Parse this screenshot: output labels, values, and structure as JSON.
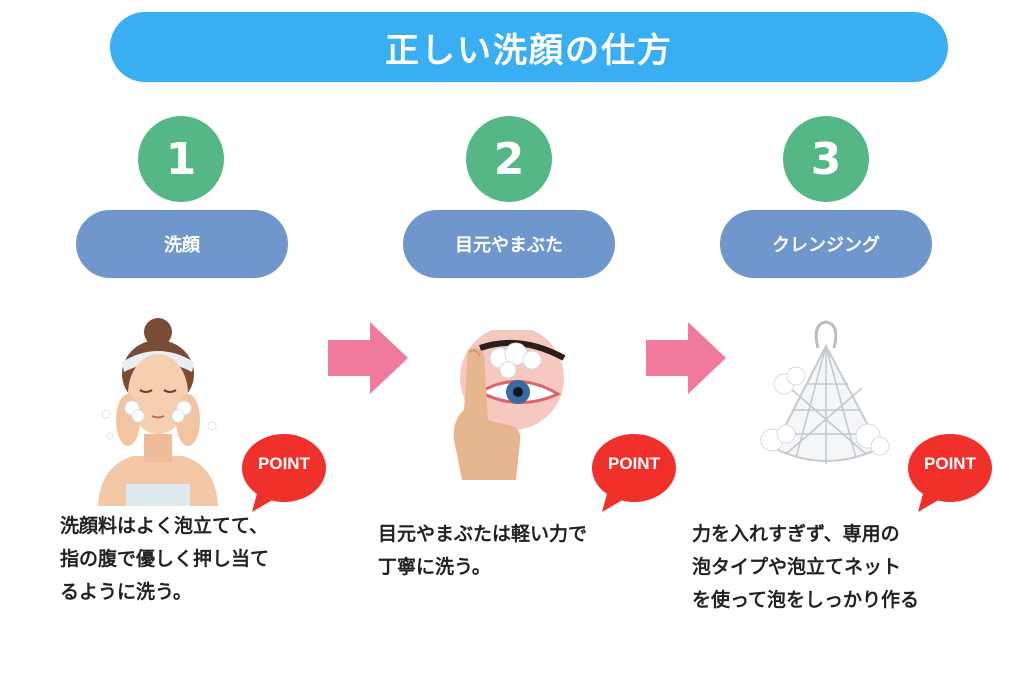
{
  "title": "正しい洗顔の仕方",
  "steps": [
    {
      "number": "1",
      "label": "洗顔",
      "point": "POINT",
      "description": [
        "洗顔料はよく泡立てて、",
        "指の腹で優しく押し当て",
        "るように洗う。"
      ],
      "illustration": "woman-washing-face-icon"
    },
    {
      "number": "2",
      "label": "目元やまぶた",
      "point": "POINT",
      "description": [
        "目元やまぶたは軽い力で",
        "丁寧に洗う。"
      ],
      "illustration": "finger-washing-eyelid-icon"
    },
    {
      "number": "3",
      "label": "クレンジング",
      "point": "POINT",
      "description": [
        "力を入れすぎず、専用の",
        "泡タイプや泡立てネット",
        "を使って泡をしっかり作る"
      ],
      "illustration": "foaming-net-icon"
    }
  ],
  "colors": {
    "title_banner": "#3aaef3",
    "step_number": "#55b686",
    "step_label": "#6f97cc",
    "point_badge": "#f0302a",
    "arrow": "#f07a9c"
  }
}
